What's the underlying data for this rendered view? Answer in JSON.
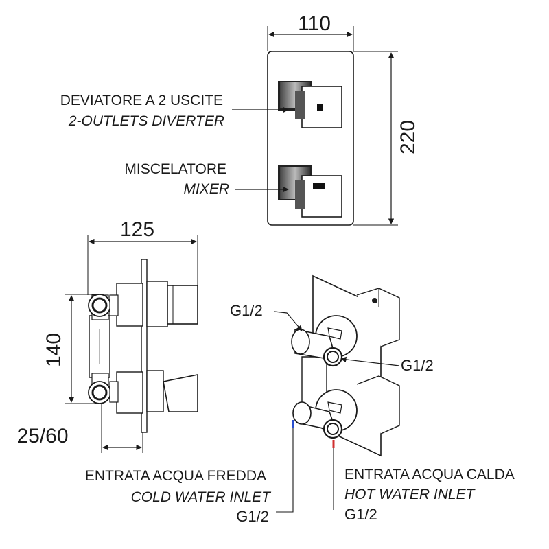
{
  "dimensions": {
    "plate_width": "110",
    "plate_height": "220",
    "body_depth": "125",
    "inlet_spacing": "140",
    "wall_depth": "25/60"
  },
  "labels": {
    "diverter_it": "DEVIATORE A 2 USCITE",
    "diverter_en": "2-OUTLETS DIVERTER",
    "mixer_it": "MISCELATORE",
    "mixer_en": "MIXER",
    "cold_it": "ENTRATA ACQUA FREDDA",
    "cold_en": "COLD WATER INLET",
    "cold_thread": "G1/2",
    "hot_it": "ENTRATA ACQUA CALDA",
    "hot_en": "HOT WATER INLET",
    "hot_thread": "G1/2",
    "outlet_top_thread": "G1/2",
    "outlet_right_thread": "G1/2"
  },
  "colors": {
    "line": "#1a1a1a",
    "cold_marker": "#2a4fd0",
    "hot_marker": "#d03030"
  }
}
